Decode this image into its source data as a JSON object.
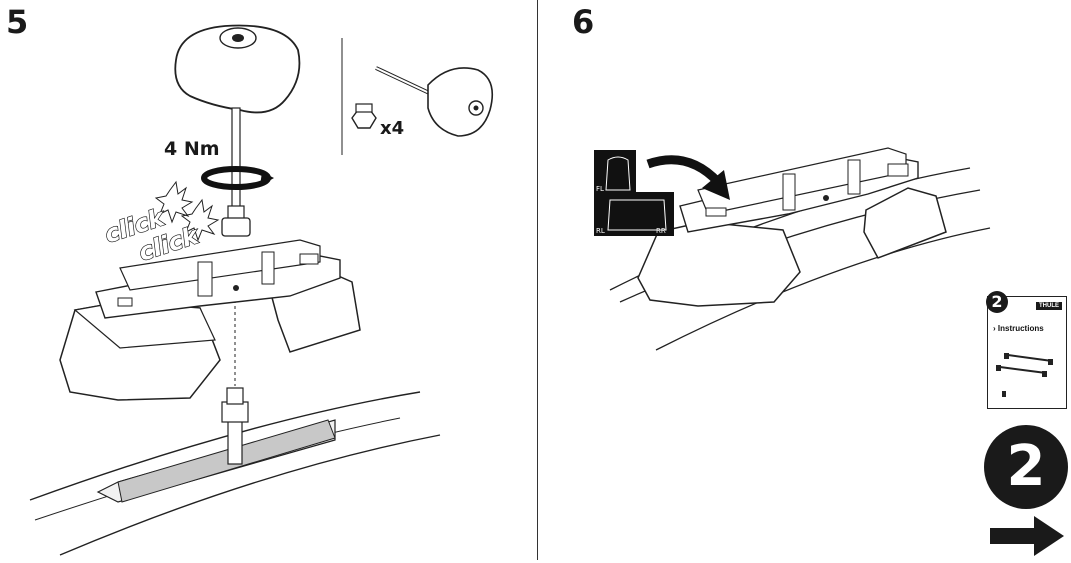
{
  "steps": [
    {
      "number": "5",
      "torque": "4 Nm",
      "quantity": "x4",
      "click_words": [
        "click",
        "click"
      ]
    },
    {
      "number": "6",
      "positions": [
        "FL",
        "RL",
        "RR"
      ]
    }
  ],
  "next_booklet": {
    "number": "2",
    "title": "› Instructions",
    "brand": "THULE"
  },
  "next": {
    "number": "2"
  },
  "icons": [
    "hex-key-icon",
    "nut-icon",
    "arrow-right-icon",
    "rotation-arrow-icon"
  ]
}
